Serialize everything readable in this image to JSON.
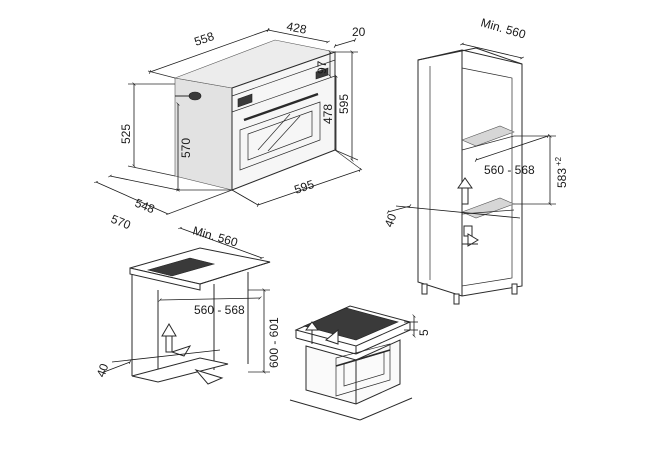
{
  "oven_dimensions": {
    "width": "558",
    "depth_top": "428",
    "panel_offset": "20",
    "panel_gap": "97",
    "height_front": "478",
    "height_total": "595",
    "side_height": "525",
    "depth_570": "570",
    "width_front": "595",
    "depth_548": "548",
    "depth_bottom": "570"
  },
  "tall_unit": {
    "min_width": "Min. 560",
    "niche_width": "560 - 568",
    "niche_height": "583",
    "niche_height_tol": "+2",
    "rear_gap": "40"
  },
  "base_unit": {
    "min_width": "Min. 560",
    "niche_width": "560 - 568",
    "niche_height": "600 - 601",
    "rear_gap": "40"
  },
  "hob_detail": {
    "gap": "5"
  }
}
